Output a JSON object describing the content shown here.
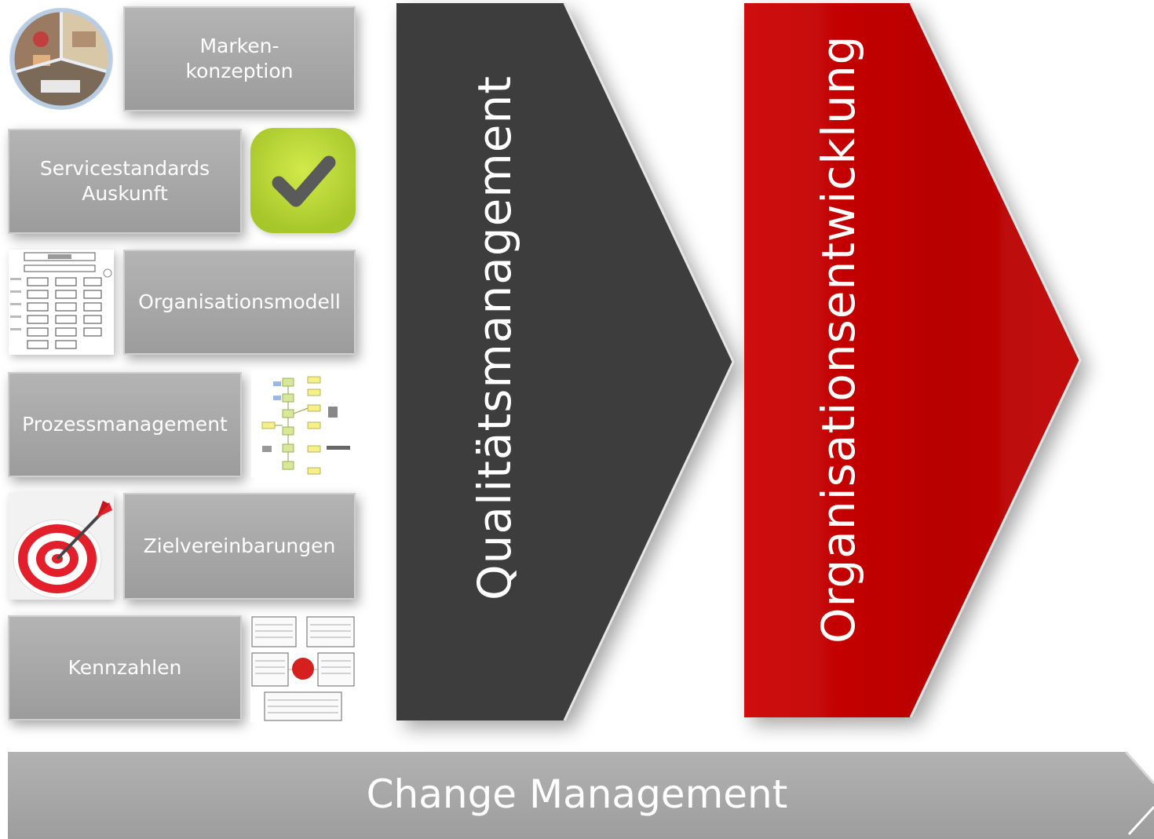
{
  "tools": [
    {
      "id": "markenkonzeption",
      "label": "Marken-\nkonzeption"
    },
    {
      "id": "servicestandards",
      "label": "Servicestandards\nAuskunft"
    },
    {
      "id": "organisationsmodell",
      "label": "Organisationsmodell"
    },
    {
      "id": "prozessmanagement",
      "label": "Prozessmanagement"
    },
    {
      "id": "zielvereinbarungen",
      "label": "Zielvereinbarungen"
    },
    {
      "id": "kennzahlen",
      "label": "Kennzahlen"
    }
  ],
  "arrows": {
    "quality": {
      "label": "Qualitätsmanagement",
      "color": "#3d3d3d"
    },
    "org_dev": {
      "label": "Organisationsentwicklung",
      "color": "#c00000"
    }
  },
  "change": {
    "label": "Change Management",
    "color": "#a8a8a8"
  },
  "icons": {
    "photo": "workshop-photo-icon",
    "check": "checkmark-icon",
    "org_chart": "org-chart-icon",
    "process": "process-flow-icon",
    "target": "target-dart-icon",
    "kpi": "kpi-sheet-icon"
  }
}
